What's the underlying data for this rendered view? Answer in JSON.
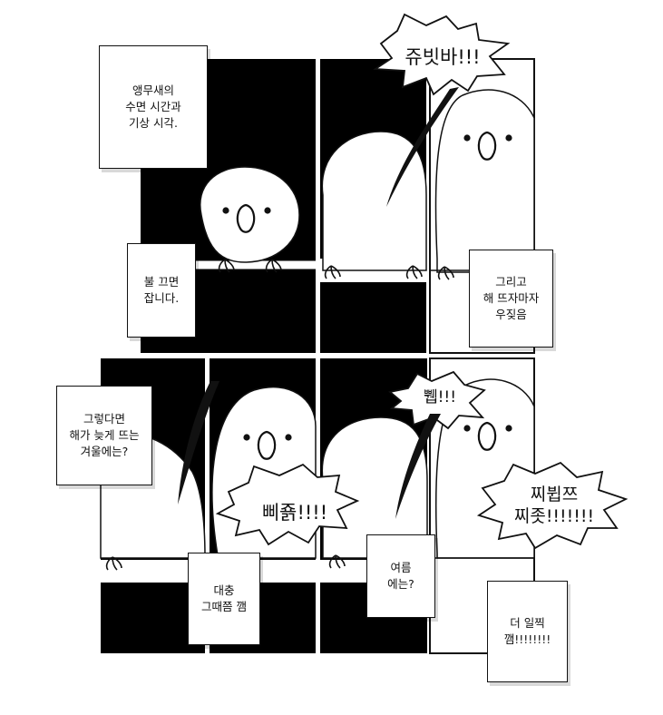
{
  "captions": {
    "intro": [
      "앵무새의",
      "수면 시간과",
      "기상 시각."
    ],
    "lights_off": [
      "불 끄면",
      "잡니다."
    ],
    "dawn": [
      "그리고",
      "해 뜨자마자",
      "우짖음"
    ],
    "winter": [
      "그렇다면",
      "해가 늦게 뜨는",
      "겨울에는?"
    ],
    "roughly": [
      "대충",
      "그때쯤 깸"
    ],
    "summer": [
      "여름",
      "에는?"
    ],
    "earlier": [
      "더 일찍",
      "깸!!!!!!!!"
    ]
  },
  "shouts": {
    "top": "쥬빗바!!!",
    "winter": "삐죩!!!!",
    "summer_small": "쀕!!!",
    "summer_big": [
      "찌뷥쯔",
      "찌좃!!!!!!!"
    ]
  }
}
